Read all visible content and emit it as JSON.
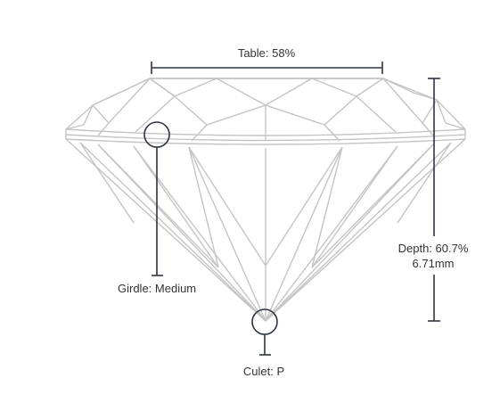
{
  "labels": {
    "table": "Table: 58%",
    "girdle": "Girdle: Medium",
    "culet": "Culet: P",
    "depth_percent": "Depth: 60.7%",
    "depth_mm": "6.71mm"
  },
  "colors": {
    "diamond_line": "#c4c4c4",
    "marker_line": "#2e3440",
    "text": "#333333"
  }
}
